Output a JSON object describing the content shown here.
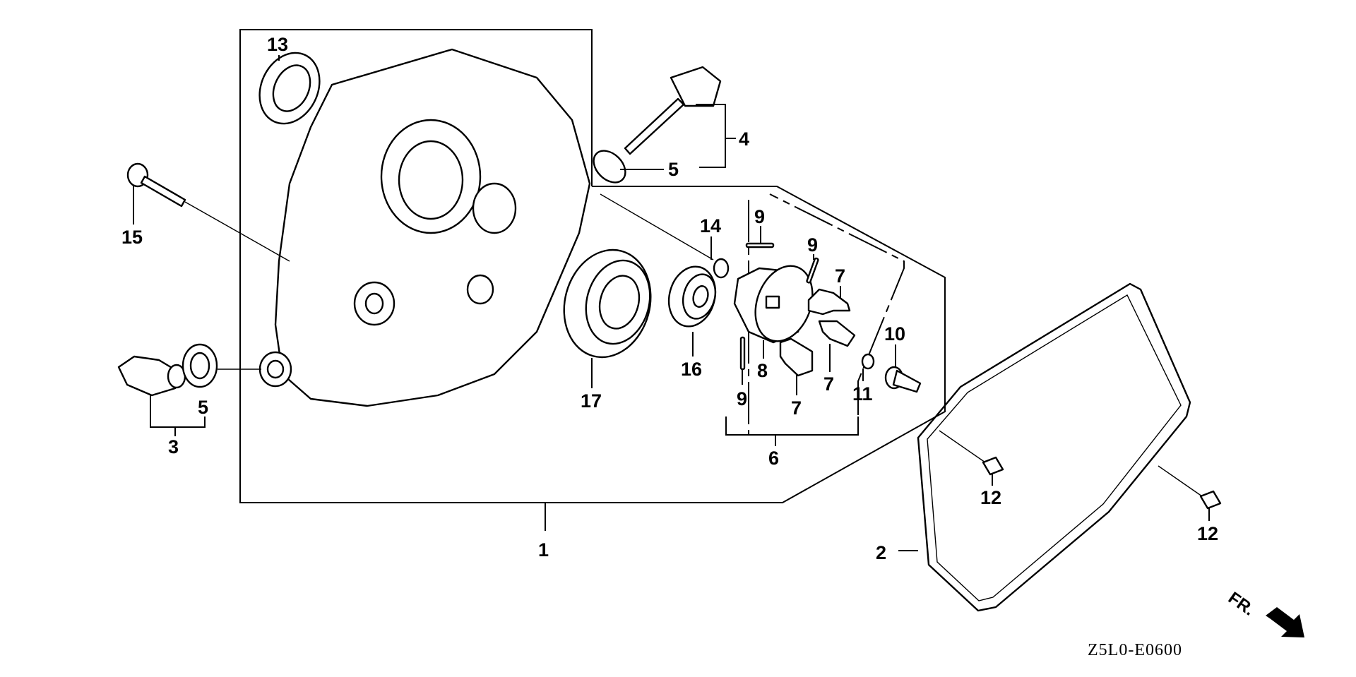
{
  "diagram": {
    "title": "Crankcase cover exploded parts diagram",
    "part_code": "Z5L0-E0600",
    "direction_label": "FR.",
    "direction_icon": "arrow-front-icon",
    "callouts": [
      {
        "id": "1",
        "label": "1",
        "part": "crankcase cover assembly"
      },
      {
        "id": "2",
        "label": "2",
        "part": "gasket"
      },
      {
        "id": "3",
        "label": "3",
        "part": "oil drain plug set"
      },
      {
        "id": "4",
        "label": "4",
        "part": "oil filler cap / dipstick set"
      },
      {
        "id": "5a",
        "label": "5",
        "part": "washer (filler)"
      },
      {
        "id": "5b",
        "label": "5",
        "part": "washer (drain)"
      },
      {
        "id": "6",
        "label": "6",
        "part": "governor assembly"
      },
      {
        "id": "7a",
        "label": "7",
        "part": "governor weight"
      },
      {
        "id": "7b",
        "label": "7",
        "part": "governor weight"
      },
      {
        "id": "7c",
        "label": "7",
        "part": "governor slider"
      },
      {
        "id": "8",
        "label": "8",
        "part": "governor gear"
      },
      {
        "id": "9a",
        "label": "9",
        "part": "pin"
      },
      {
        "id": "9b",
        "label": "9",
        "part": "pin"
      },
      {
        "id": "9c",
        "label": "9",
        "part": "pin"
      },
      {
        "id": "10",
        "label": "10",
        "part": "governor holder shaft"
      },
      {
        "id": "11",
        "label": "11",
        "part": "washer"
      },
      {
        "id": "12a",
        "label": "12",
        "part": "dowel pin"
      },
      {
        "id": "12b",
        "label": "12",
        "part": "dowel pin"
      },
      {
        "id": "13",
        "label": "13",
        "part": "oil seal"
      },
      {
        "id": "14",
        "label": "14",
        "part": "washer"
      },
      {
        "id": "15",
        "label": "15",
        "part": "flange bolt"
      },
      {
        "id": "16",
        "label": "16",
        "part": "radial ball bearing (small)"
      },
      {
        "id": "17",
        "label": "17",
        "part": "radial ball bearing (large)"
      }
    ]
  }
}
